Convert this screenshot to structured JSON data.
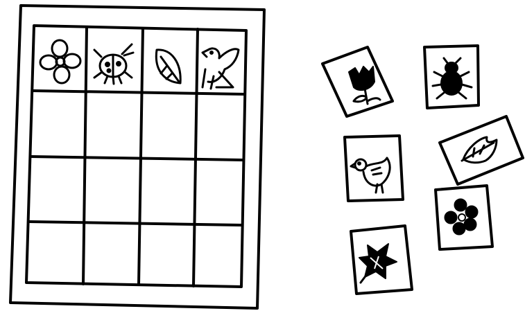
{
  "board": {
    "columns": 4,
    "rows": 4,
    "header_icons": [
      "flower-icon",
      "ladybug-icon",
      "leaf-icon",
      "bird-icon"
    ],
    "filled_rows": 1
  },
  "cards": [
    {
      "icon": "tulip-icon",
      "style": "solid"
    },
    {
      "icon": "beetle-icon",
      "style": "solid"
    },
    {
      "icon": "bird-icon",
      "style": "outline"
    },
    {
      "icon": "leaf-icon",
      "style": "outline"
    },
    {
      "icon": "flower-icon",
      "style": "solid"
    },
    {
      "icon": "star-leaf-icon",
      "style": "outline"
    }
  ],
  "colors": {
    "ink": "#000000",
    "paper": "#ffffff"
  }
}
